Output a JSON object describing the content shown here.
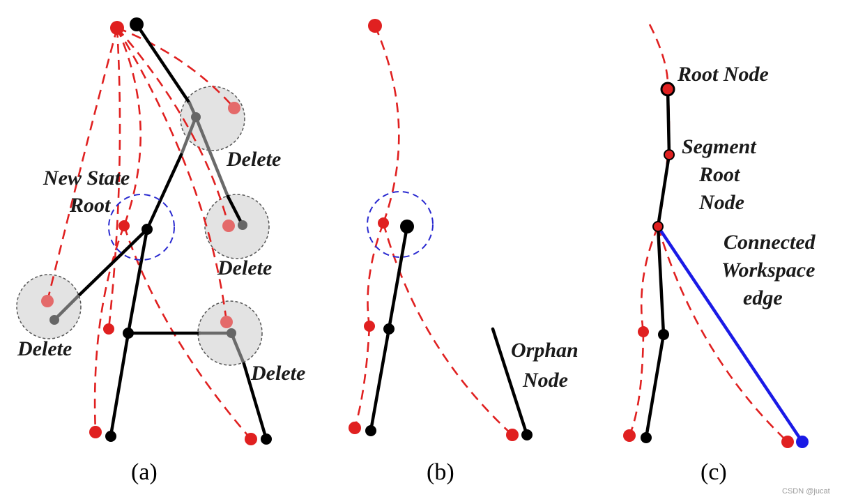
{
  "panels": {
    "a": {
      "caption": "(a)",
      "new_state_root_line1": "New State",
      "new_state_root_line2": "Root",
      "delete_1": "Delete",
      "delete_2": "Delete",
      "delete_3": "Delete",
      "delete_4": "Delete"
    },
    "b": {
      "caption": "(b)",
      "orphan_line1": "Orphan",
      "orphan_line2": "Node"
    },
    "c": {
      "caption": "(c)",
      "root_node": "Root Node",
      "segment_line1": "Segment",
      "segment_line2": "Root",
      "segment_line3": "Node",
      "connected_line1": "Connected",
      "connected_line2": "Workspace",
      "connected_line3": "edge"
    }
  },
  "watermark": "CSDN @jucat",
  "colors": {
    "state_tree": "#e02020",
    "workspace_tree": "#000000",
    "deleted_region": "#e3e3e3",
    "new_root_circle": "#2a2ad0",
    "connected_edge": "#1a1ae6"
  }
}
